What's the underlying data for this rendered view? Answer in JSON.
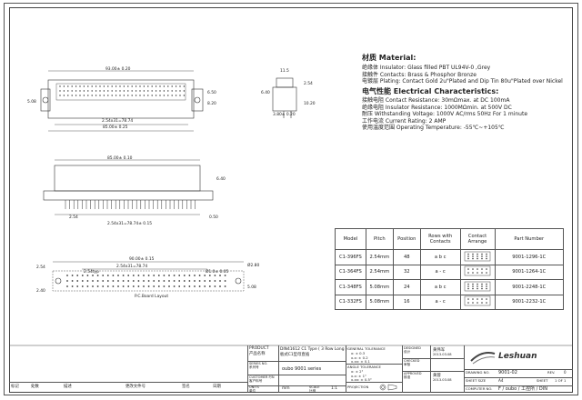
{
  "spec": {
    "material_title": "材质 Material:",
    "material_lines": [
      "绝缘体 Insulator: Glass filled PBT UL94V-0 ,Grey",
      "接触件 Contacts: Brass & Phosphor Bronze",
      "电镀层 Plating: Contact Gold 2u\"Plated and Dip Tin 80u\"Plated over Nickel"
    ],
    "electrical_title": "电气性能 Electrical Characteristics:",
    "electrical_lines": [
      "接触电阻 Contact Resistance: 30mΩmax. at DC 100mA",
      "绝缘电阻 Insulator Resistance: 1000MΩmin. at 500V DC",
      "耐压 Withstanding Voltage: 1000V AC/rms 50Hz For 1 minute",
      "工作电流 Current Rating: 2 AMP",
      "使用温度范围 Operating Temperature: -55℃~+105℃"
    ]
  },
  "dims": {
    "front_overall": "93.00± 0.20",
    "front_pitch": "2.54x31=78.74",
    "front_width": "85.00± 0.25",
    "front_left": "5.08",
    "front_right_top": "6.50",
    "front_right_bottom": "8.20",
    "side_top": "11.5",
    "side_mid": "6.40",
    "side_bottom": "3.80± 0.20",
    "side_right": "2.54",
    "side_height": "10.20",
    "bottom_width": "85.00± 0.10",
    "bottom_height": "6.40",
    "bottom_left": "2.54",
    "bottom_pitch": "2.54x31=78.74± 0.15",
    "bottom_right": "0.50",
    "pcb_overall": "90.00± 0.15",
    "pcb_pitch": "2.54x31=78.74",
    "pcb_pitch_small": "2.54typ",
    "pcb_hole": "Ø1.0± 0.05",
    "pcb_left_top": "2.54",
    "pcb_left_bottom": "2.40",
    "pcb_right_top": "Ø2.80",
    "pcb_right_bottom": "5.08",
    "pcb_label": "P.C.Board Layout"
  },
  "models": {
    "headers": [
      "Model",
      "Pitch",
      "Position",
      "Rows with Contacts",
      "Contact Arrange",
      "Part Number"
    ],
    "rows": [
      [
        "C1-396FS",
        "2.54mm",
        "48",
        "a  b  c",
        "9001-1296-1C"
      ],
      [
        "C1-364FS",
        "2.54mm",
        "32",
        "a  -  c",
        "9001-1264-1C"
      ],
      [
        "C1-348FS",
        "5.08mm",
        "24",
        "a  b  c",
        "9001-2248-1C"
      ],
      [
        "C1-332FS",
        "5.08mm",
        "16",
        "a  -  c",
        "9001-2232-1C"
      ]
    ]
  },
  "titleblock": {
    "product_label": "PRODUCT\n产品名称",
    "product_value": "DIN41612 C1 Type ( 3 Row Long )\n板式C1型母直插",
    "series_label": "SERIES NO.\n系列号",
    "series_value": "oubo 9001 series",
    "customer_label": "CUSTOMER P/N\n客户料号",
    "units_label": "UNITS\n单位",
    "units_value": "mm",
    "scale_label": "SCALE\n比例",
    "scale_value": "1:1",
    "tol_title": "GENERAL TOLERANCE",
    "tol_lines": [
      "x:  ± 0.3",
      "x.x:  ± 0.2",
      "x.xx:  ± 0.1"
    ],
    "angle_title": "ANGLE TOLERANCE",
    "angle_lines": [
      "x:  ± 2°",
      "x.x:  ± 1°",
      "x.xx:  ± 0.5°"
    ],
    "projection_label": "PROJECTION",
    "designed_label": "DESIGNED\n设计",
    "designed_name": "黄伟军",
    "designed_date": "2013.03.08",
    "checked_label": "CHECKED\n审核",
    "approved_label": "APPROVED\n核准",
    "approved_name": "黄蓉",
    "approved_date": "2013.03.08",
    "logo_text": "Leshuan",
    "drawing_no_label": "DRAWING NO.",
    "drawing_no": "9001-02",
    "rev_label": "REV.",
    "rev": "0",
    "sheet_size_label": "SHEET SIZE",
    "sheet_size": "A4",
    "sheet_label": "SHEET",
    "sheet": "1 OF 1",
    "company_label": "COMPUTER NO.",
    "company": "F / oubo / 工控所 / DIN",
    "history_headers": [
      "标记",
      "处数",
      "描述",
      "更改文件号",
      "签名",
      "日期"
    ]
  }
}
